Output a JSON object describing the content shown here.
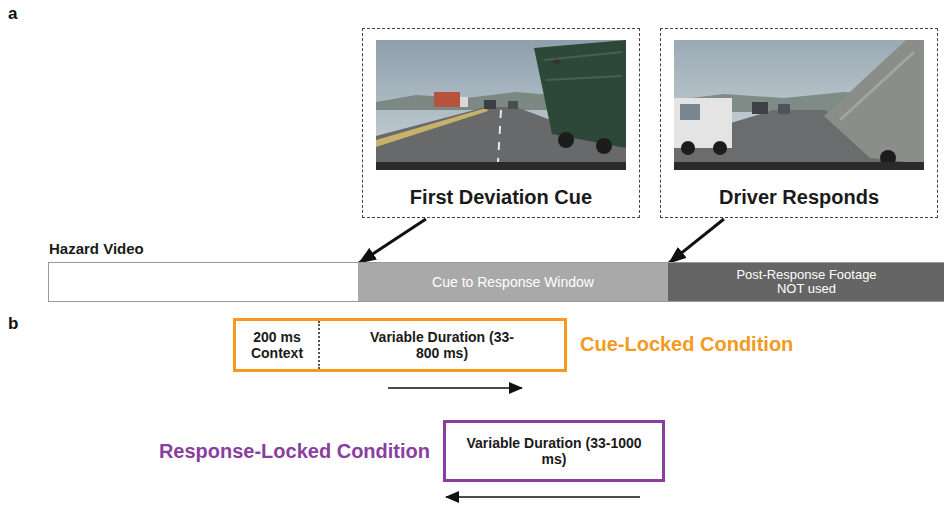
{
  "diagram": {
    "nodes": [
      {
        "text": [
          "First Deviation Cue"
        ]
      },
      {
        "text": [
          "Driver Responds"
        ]
      },
      {
        "text": [
          "Hazard Video"
        ]
      },
      {
        "text": [
          "Cue to Response Window"
        ],
        "in": 2
      },
      {
        "text": [
          "Post-Response Footage NOT used"
        ],
        "in": 2
      },
      {
        "text": [
          "Cue-Locked Condition"
        ]
      },
      {
        "text": [
          "200 ms Context"
        ],
        "in": 5
      },
      {
        "text": [
          "Variable Duration (33-800 ms)"
        ],
        "in": 5
      },
      {
        "text": [
          "Response-Locked Condition",
          "Variable Duration (33-1000 ms)"
        ]
      }
    ],
    "edges": [
      {
        "from": 0,
        "to": 3,
        "arrow": "to"
      },
      {
        "from": 1,
        "to": 4,
        "arrow": "to"
      }
    ],
    "labels": [
      "a",
      "b"
    ]
  }
}
